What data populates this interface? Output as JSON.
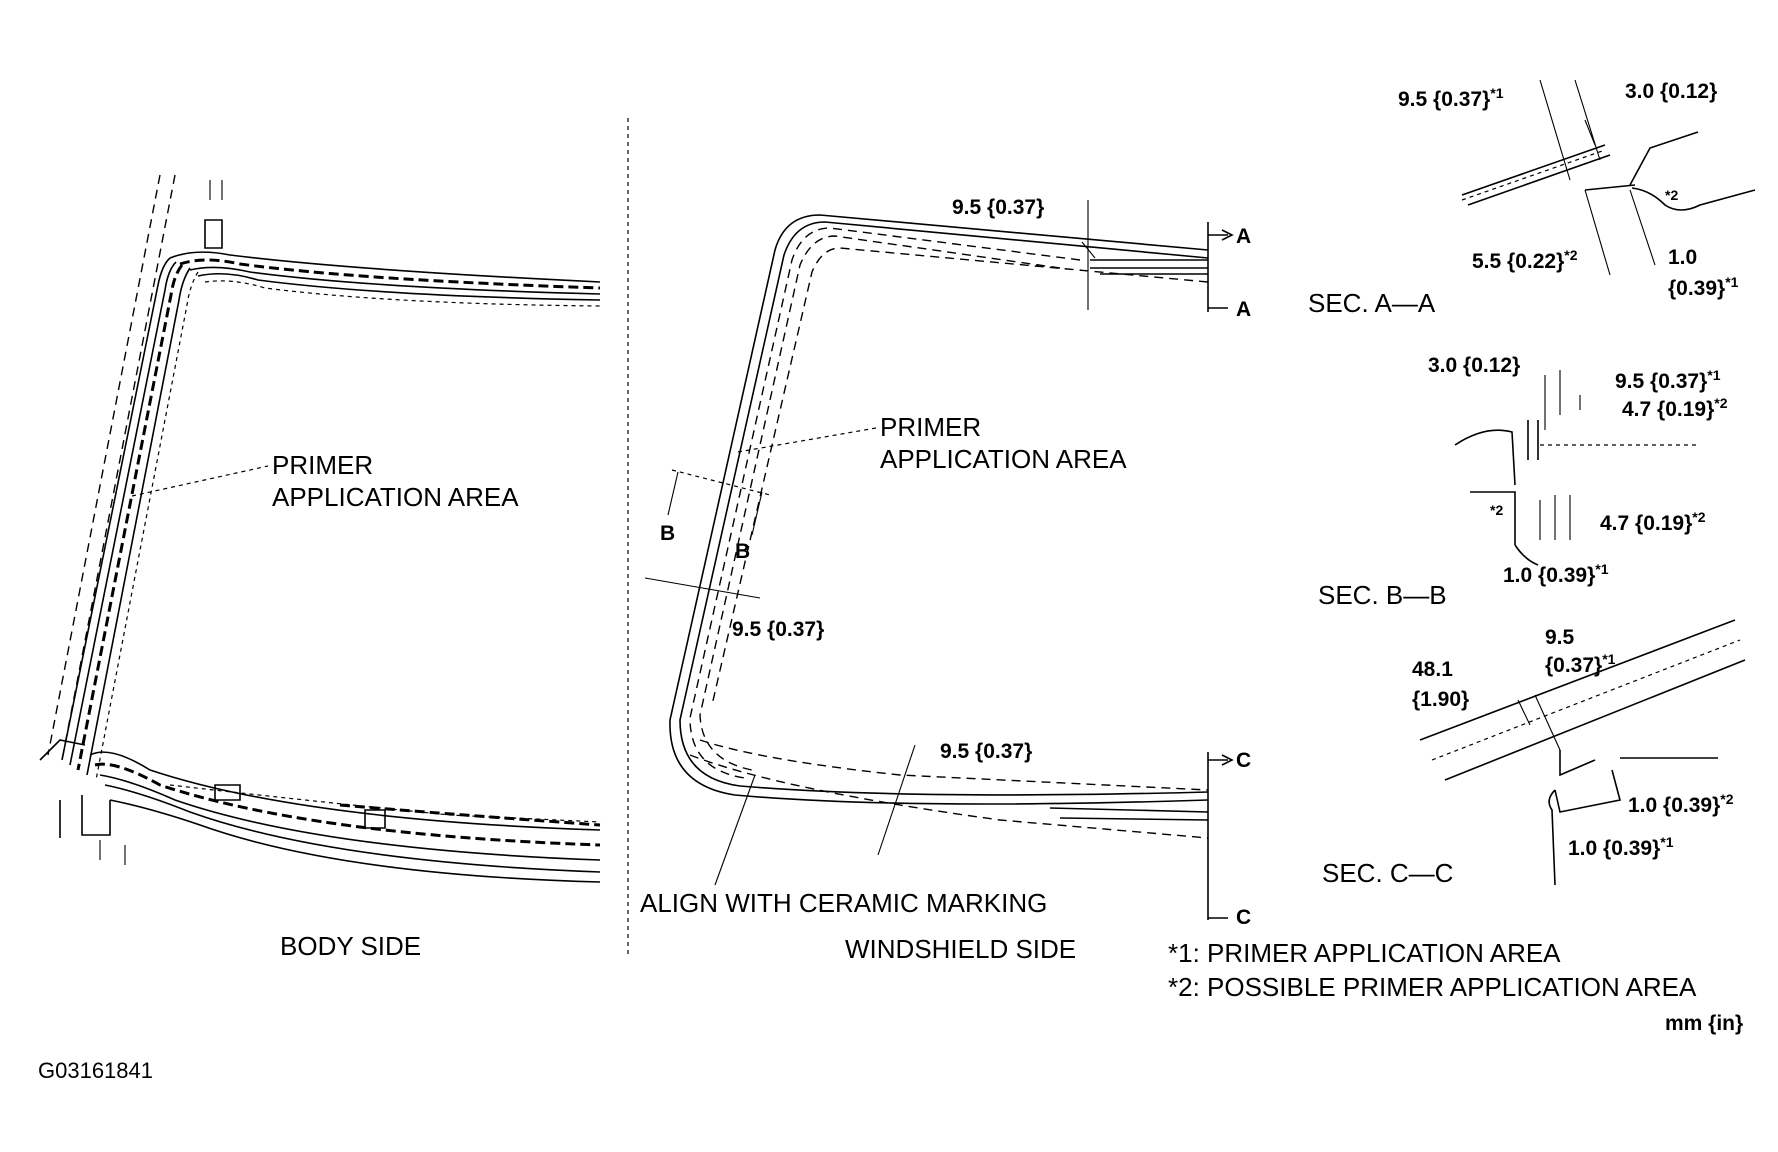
{
  "labels": {
    "body_side": "BODY SIDE",
    "windshield_side": "WINDSHIELD SIDE",
    "primer_line1": "PRIMER",
    "primer_line2": "APPLICATION AREA",
    "align": "ALIGN WITH CERAMIC MARKING",
    "figure_id": "G03161841",
    "units": "mm {in}"
  },
  "sections": {
    "a_marker": "A",
    "b_marker": "B",
    "c_marker": "C",
    "sec_a": "SEC. A—A",
    "sec_b": "SEC. B—B",
    "sec_c": "SEC. C—C"
  },
  "dimensions": {
    "ws_top": "9.5 {0.37}",
    "ws_side": "9.5 {0.37}",
    "ws_bottom": "9.5 {0.37}",
    "a_95": "9.5 {0.37}",
    "a_30": "3.0 {0.12}",
    "a_55": "5.5 {0.22}",
    "a_10a": "1.0",
    "a_10b": "{0.39}",
    "b_30": "3.0 {0.12}",
    "b_95": "9.5 {0.37}",
    "b_47a": "4.7 {0.19}",
    "b_47b": "4.7 {0.19}",
    "b_10": "1.0 {0.39}",
    "c_95a": "9.5",
    "c_95b": "{0.37}",
    "c_481a": "48.1",
    "c_481b": "{1.90}",
    "c_10a": "1.0 {0.39}",
    "c_10b": "1.0 {0.39}"
  },
  "marks": {
    "m1": "*1",
    "m2": "*2"
  },
  "notes": {
    "note1": "*1: PRIMER APPLICATION AREA",
    "note2": "*2: POSSIBLE PRIMER APPLICATION AREA"
  }
}
